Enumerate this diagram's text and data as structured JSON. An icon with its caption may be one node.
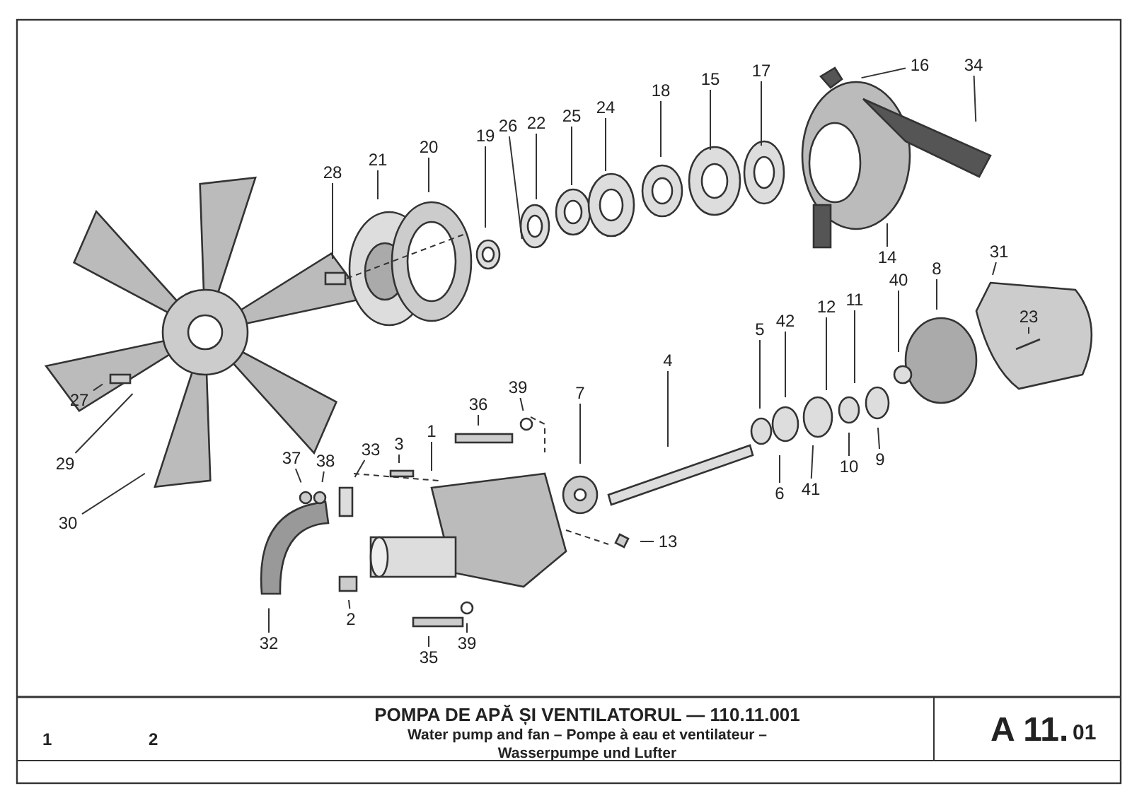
{
  "diagram": {
    "title": "POMPA DE APĂ ȘI VENTILATORUL — 110.11.001",
    "nodes": [
      {
        "text": [
          "16"
        ]
      },
      {
        "text": [
          "34"
        ]
      },
      {
        "text": [
          "17"
        ]
      },
      {
        "text": [
          "15"
        ]
      },
      {
        "text": [
          "18"
        ]
      },
      {
        "text": [
          "24"
        ]
      },
      {
        "text": [
          "25"
        ]
      },
      {
        "text": [
          "22"
        ]
      },
      {
        "text": [
          "26"
        ]
      },
      {
        "text": [
          "19"
        ]
      },
      {
        "text": [
          "20"
        ]
      },
      {
        "text": [
          "21"
        ]
      },
      {
        "text": [
          "28"
        ]
      },
      {
        "text": [
          "14"
        ]
      },
      {
        "text": [
          "31"
        ]
      },
      {
        "text": [
          "23"
        ]
      },
      {
        "text": [
          "40"
        ]
      },
      {
        "text": [
          "8"
        ]
      },
      {
        "text": [
          "11"
        ]
      },
      {
        "text": [
          "12"
        ]
      },
      {
        "text": [
          "42"
        ]
      },
      {
        "text": [
          "5"
        ]
      },
      {
        "text": [
          "4"
        ]
      },
      {
        "text": [
          "7"
        ]
      },
      {
        "text": [
          "39"
        ]
      },
      {
        "text": [
          "36"
        ]
      },
      {
        "text": [
          "1"
        ]
      },
      {
        "text": [
          "3"
        ]
      },
      {
        "text": [
          "33"
        ]
      },
      {
        "text": [
          "38"
        ]
      },
      {
        "text": [
          "37"
        ]
      },
      {
        "text": [
          "27"
        ]
      },
      {
        "text": [
          "29"
        ]
      },
      {
        "text": [
          "30"
        ]
      },
      {
        "text": [
          "13"
        ]
      },
      {
        "text": [
          "9"
        ]
      },
      {
        "text": [
          "10"
        ]
      },
      {
        "text": [
          "41"
        ]
      },
      {
        "text": [
          "6"
        ]
      },
      {
        "text": [
          "2"
        ]
      },
      {
        "text": [
          "32"
        ]
      },
      {
        "text": [
          "35"
        ]
      },
      {
        "text": [
          "39"
        ]
      }
    ],
    "edges": [
      {
        "from": 0,
        "to": null,
        "arrow": "none"
      },
      {
        "from": 1,
        "to": null,
        "arrow": "none"
      },
      {
        "from": 2,
        "to": null,
        "arrow": "none"
      },
      {
        "from": 3,
        "to": null,
        "arrow": "none"
      },
      {
        "from": 4,
        "to": null,
        "arrow": "none"
      },
      {
        "from": 5,
        "to": null,
        "arrow": "none"
      },
      {
        "from": 6,
        "to": null,
        "arrow": "none"
      },
      {
        "from": 7,
        "to": null,
        "arrow": "none"
      },
      {
        "from": 8,
        "to": null,
        "arrow": "none"
      },
      {
        "from": 9,
        "to": null,
        "arrow": "none"
      },
      {
        "from": 10,
        "to": null,
        "arrow": "none"
      },
      {
        "from": 11,
        "to": null,
        "arrow": "none"
      },
      {
        "from": 12,
        "to": null,
        "arrow": "none"
      },
      {
        "from": 13,
        "to": null,
        "arrow": "none"
      },
      {
        "from": 14,
        "to": null,
        "arrow": "none"
      },
      {
        "from": 15,
        "to": null,
        "arrow": "none"
      },
      {
        "from": 16,
        "to": null,
        "arrow": "none"
      },
      {
        "from": 17,
        "to": null,
        "arrow": "none"
      },
      {
        "from": 18,
        "to": null,
        "arrow": "none"
      },
      {
        "from": 19,
        "to": null,
        "arrow": "none"
      },
      {
        "from": 20,
        "to": null,
        "arrow": "none"
      },
      {
        "from": 21,
        "to": null,
        "arrow": "none"
      },
      {
        "from": 22,
        "to": null,
        "arrow": "none"
      },
      {
        "from": 23,
        "to": null,
        "arrow": "none"
      },
      {
        "from": 24,
        "to": null,
        "arrow": "none"
      },
      {
        "from": 25,
        "to": null,
        "arrow": "none"
      },
      {
        "from": 26,
        "to": null,
        "arrow": "none"
      },
      {
        "from": 27,
        "to": null,
        "arrow": "none"
      },
      {
        "from": 28,
        "to": null,
        "arrow": "none"
      },
      {
        "from": 29,
        "to": null,
        "arrow": "none"
      },
      {
        "from": 30,
        "to": null,
        "arrow": "none"
      },
      {
        "from": 31,
        "to": null,
        "arrow": "none"
      },
      {
        "from": 32,
        "to": null,
        "arrow": "none"
      },
      {
        "from": 33,
        "to": null,
        "arrow": "none"
      },
      {
        "from": 34,
        "to": null,
        "arrow": "none"
      },
      {
        "from": 35,
        "to": null,
        "arrow": "none"
      },
      {
        "from": 36,
        "to": null,
        "arrow": "none"
      },
      {
        "from": 37,
        "to": null,
        "arrow": "none"
      },
      {
        "from": 38,
        "to": null,
        "arrow": "none"
      },
      {
        "from": 39,
        "to": null,
        "arrow": "none"
      },
      {
        "from": 40,
        "to": null,
        "arrow": "none"
      },
      {
        "from": 41,
        "to": null,
        "arrow": "none"
      },
      {
        "from": 42,
        "to": null,
        "arrow": "none"
      }
    ],
    "labels": [
      "Water pump and fan – Pompe à eau et ventilateur – Wasserpumpe und Lufter",
      "A 11.",
      "01",
      "1",
      "2"
    ]
  }
}
